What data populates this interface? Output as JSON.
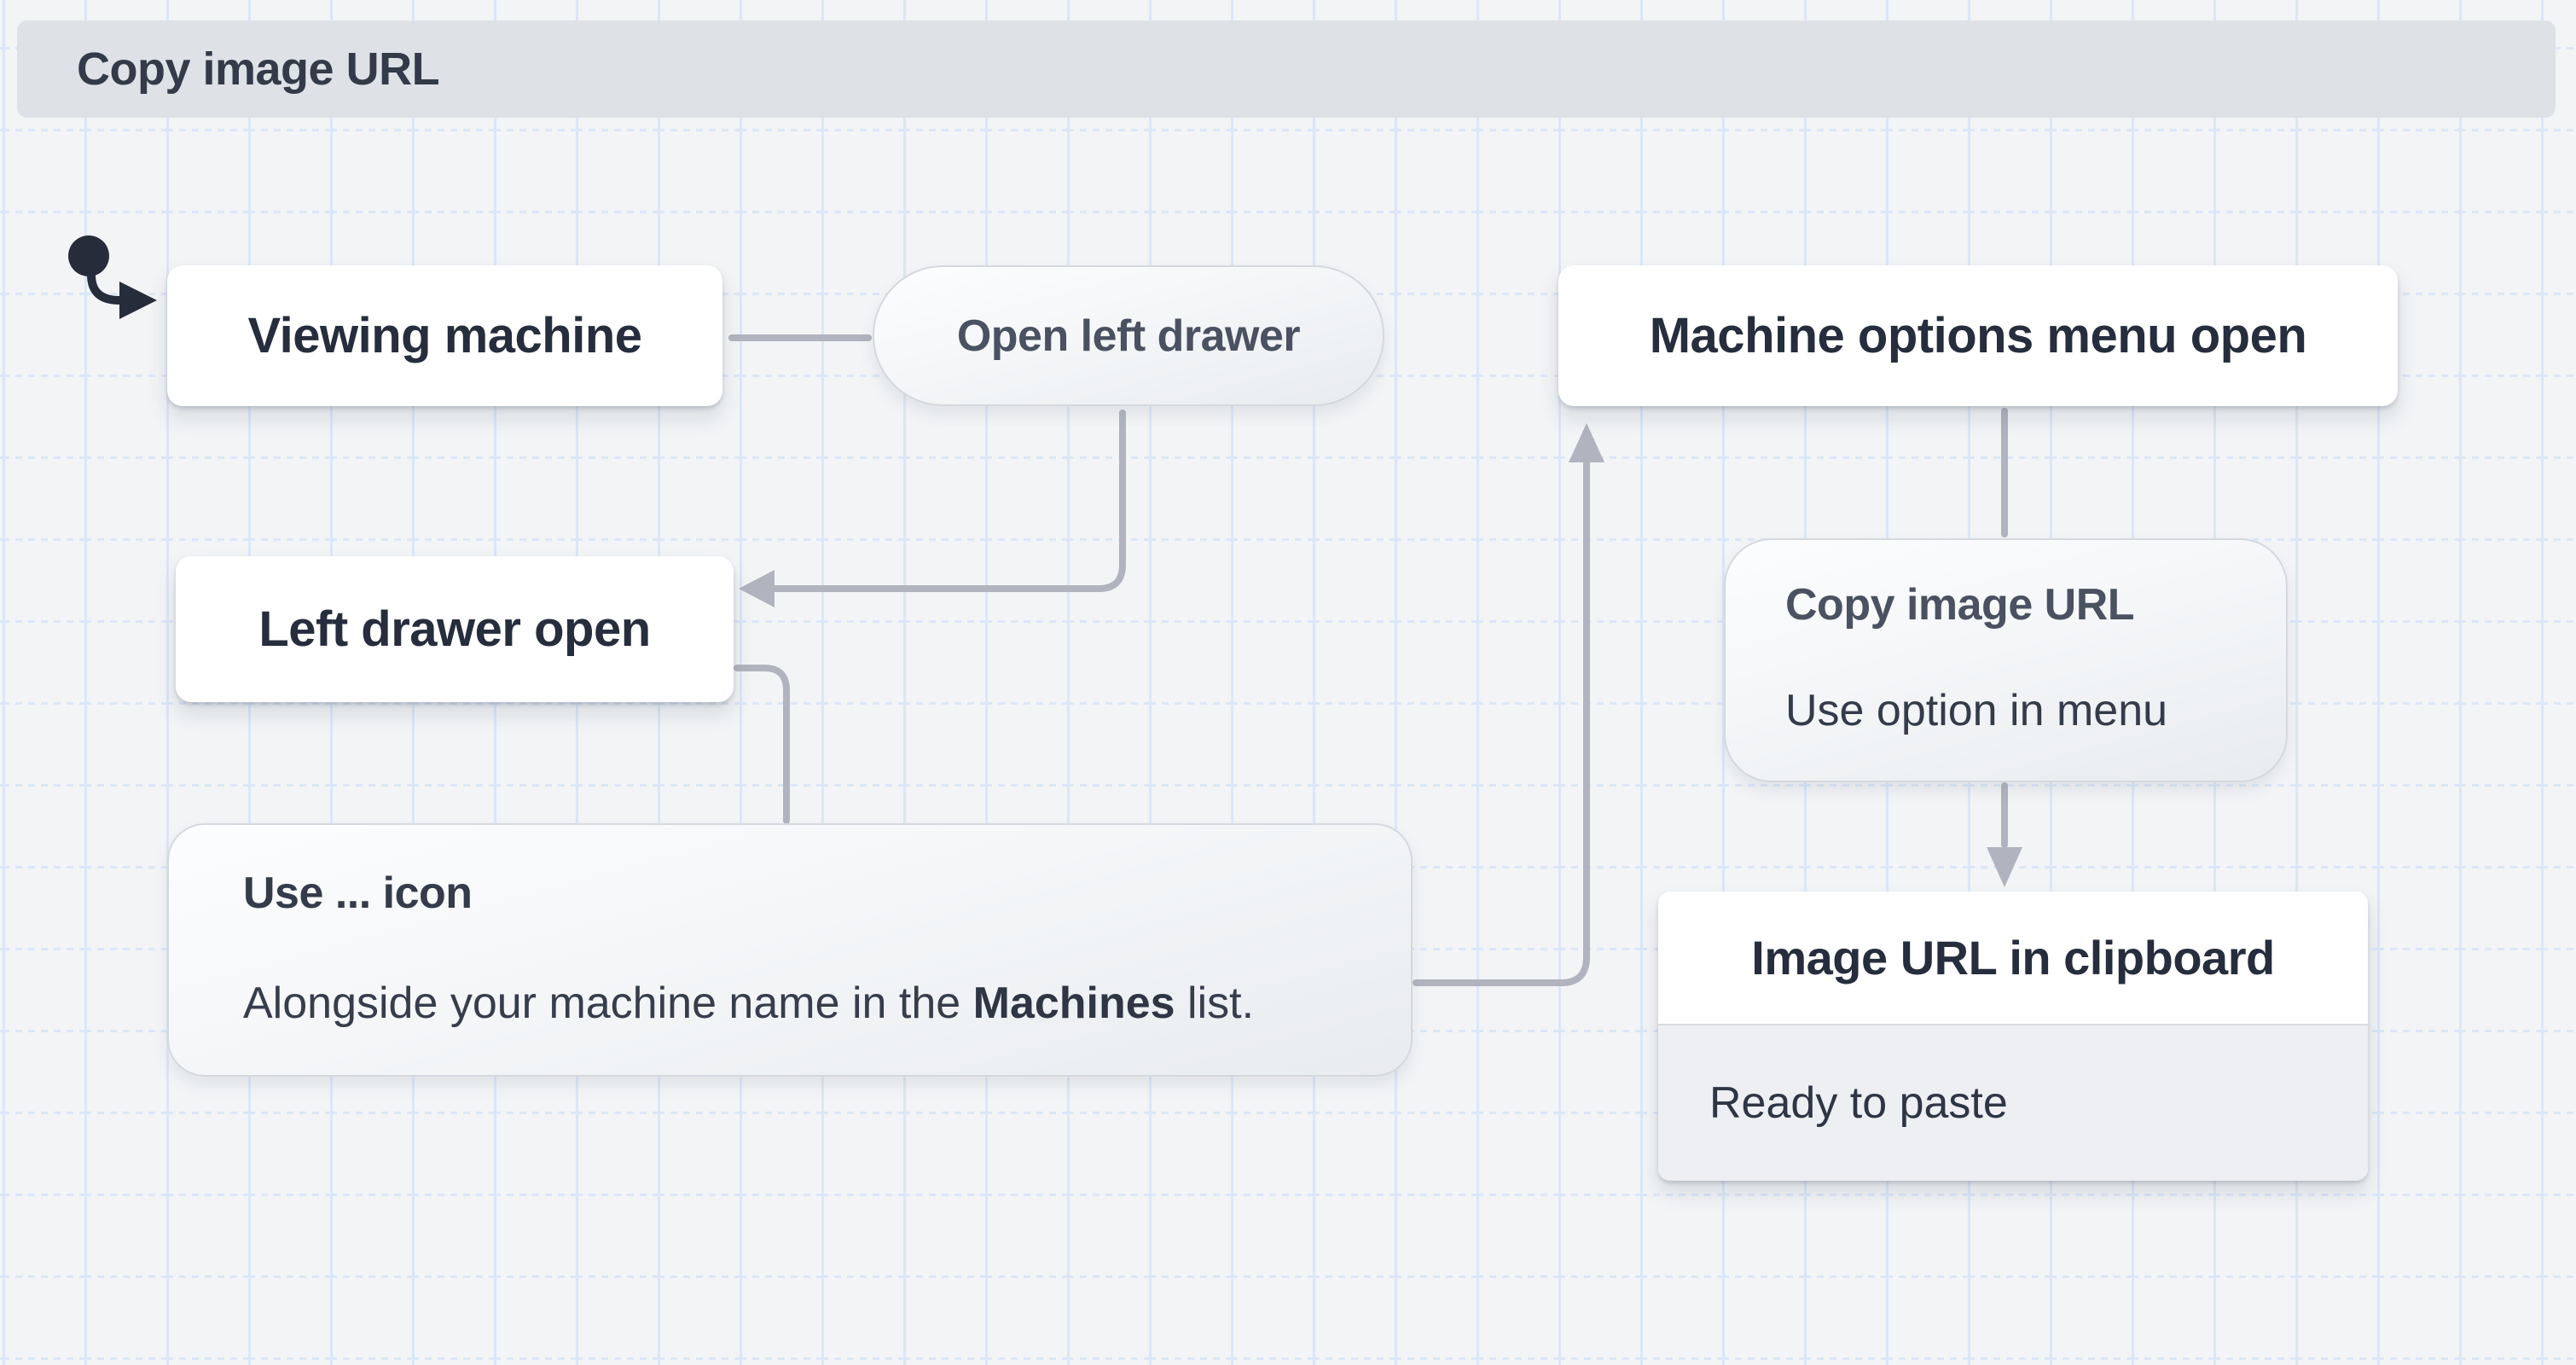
{
  "header": {
    "title": "Copy image URL"
  },
  "diagram": {
    "nodes": {
      "start": {
        "kind": "initial-state-marker"
      },
      "viewing_machine": {
        "label": "Viewing machine"
      },
      "open_left_drawer": {
        "label": "Open left drawer"
      },
      "machine_options_menu_open": {
        "label": "Machine options menu open"
      },
      "left_drawer_open": {
        "label": "Left drawer open"
      },
      "use_icon_note": {
        "title": "Use ... icon",
        "body_prefix": "Alongside your machine name in the ",
        "body_bold": "Machines",
        "body_suffix": " list."
      },
      "copy_image_url_action": {
        "title": "Copy image URL",
        "subtitle": "Use option in menu"
      },
      "image_url_in_clipboard": {
        "label": "Image URL in clipboard",
        "status": "Ready to paste"
      }
    },
    "edges": [
      {
        "from": "start",
        "to": "viewing_machine",
        "arrowhead": true
      },
      {
        "from": "viewing_machine",
        "to": "open_left_drawer",
        "arrowhead": false
      },
      {
        "from": "open_left_drawer",
        "to": "left_drawer_open",
        "arrowhead": true
      },
      {
        "from": "left_drawer_open",
        "to": "use_icon_note",
        "arrowhead": false
      },
      {
        "from": "use_icon_note",
        "to": "machine_options_menu_open",
        "arrowhead": true
      },
      {
        "from": "machine_options_menu_open",
        "to": "copy_image_url_action",
        "arrowhead": false
      },
      {
        "from": "copy_image_url_action",
        "to": "image_url_in_clipboard",
        "arrowhead": true
      }
    ]
  },
  "colors": {
    "background": "#f2f4f6",
    "grid_line": "#dbe7f8",
    "header_bg": "#dee1e6",
    "connector": "#b1b4be",
    "start_marker": "#272c3b",
    "node_bg": "#ffffff",
    "soft_border": "#d5d8de",
    "heading_text": "#262d3d",
    "body_text": "#363d4b"
  }
}
